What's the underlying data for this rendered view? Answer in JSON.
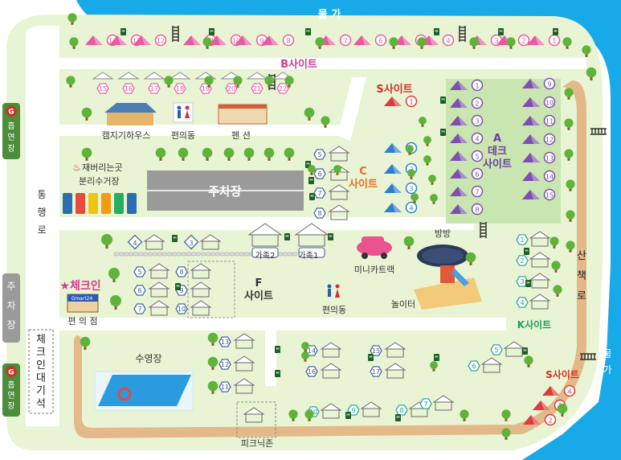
{
  "labels": {
    "water_top": "물 가",
    "water_right": "물\n가",
    "b_site": "B사이트",
    "s_site_top": "S사이트",
    "s_site_bottom": "S사이트",
    "a_site": "A\n데크\n사이트",
    "c_site": "C\n사이트",
    "f_site": "F\n사이트",
    "k_site": "K사이트",
    "camp_house": "캠지기하우스",
    "restroom_top": "편의동",
    "restroom_mid": "편의동",
    "pension": "펜 션",
    "recycle": "재버리는곳\n분리수거장",
    "parking": "주차장",
    "passage": "통\n행\n로",
    "checkin": "★체크인",
    "store_sign": "Gmart24",
    "store": "편 의 점",
    "parking_side": "주\n차\n장",
    "checkin_wait": "체\n크\n인\n대\n기\n석",
    "smoking_top": "흡\n연\n장",
    "smoking_bottom": "흡\n연\n장",
    "family2": "가족2",
    "family1": "가족1",
    "minicar": "미니카트랙",
    "trampoline": "방방",
    "playground": "놀이터",
    "pool": "수영장",
    "picnic": "피크닉존",
    "trail": "산\n책\n로",
    "smoking_icon": "G"
  },
  "colors": {
    "water": "#17a9e8",
    "grass": "#e9f4d4",
    "road": "#ffffff",
    "trail": "#e4b98a",
    "a_deck": "#c9e5b0",
    "pink_tent": "#e85aa0",
    "purple_tent": "#7d4fb0",
    "blue_tent": "#2f7fd0",
    "red_tent": "#e03a3a",
    "text_b": "#d23c8c",
    "text_a": "#6b3fa0",
    "text_c": "#e96b1e",
    "text_k": "#1aa160",
    "text_s": "#d2302e"
  },
  "sites": {
    "b_top": [
      "14",
      "13",
      "12",
      "11",
      "10",
      "9",
      "8",
      "7",
      "6",
      "5",
      "4",
      "3",
      "2",
      "1"
    ],
    "b_second": [
      "15",
      "16",
      "17",
      "18",
      "19",
      "20",
      "21",
      "22"
    ],
    "a": [
      "1",
      "2",
      "3",
      "4",
      "5",
      "6",
      "7",
      "8"
    ],
    "a_right": [
      "9",
      "10",
      "11",
      "12",
      "13",
      "14",
      "15"
    ],
    "s_top": [
      "1"
    ],
    "c": [
      "1",
      "2",
      "3",
      "4"
    ],
    "c_houses": [
      "5",
      "6",
      "7",
      "8"
    ],
    "f_top": [
      "4",
      "3"
    ],
    "f_left": [
      "5",
      "6",
      "7"
    ],
    "f_right": [
      "8",
      "9",
      "10"
    ],
    "k_right": [
      "1",
      "2",
      "3",
      "4"
    ],
    "k_mid": [
      "5",
      "6"
    ],
    "pool_right": [
      "13",
      "12",
      "11"
    ],
    "bottom_mid": [
      "14",
      "16",
      "15",
      "17"
    ],
    "bottom_row": [
      "10",
      "9",
      "8",
      "7"
    ],
    "s_bottom": [
      "4",
      "3",
      "2"
    ]
  },
  "icons": {
    "trash": "trash-bin-icon",
    "ladder": "ladder-icon",
    "tree": "tree-icon"
  }
}
